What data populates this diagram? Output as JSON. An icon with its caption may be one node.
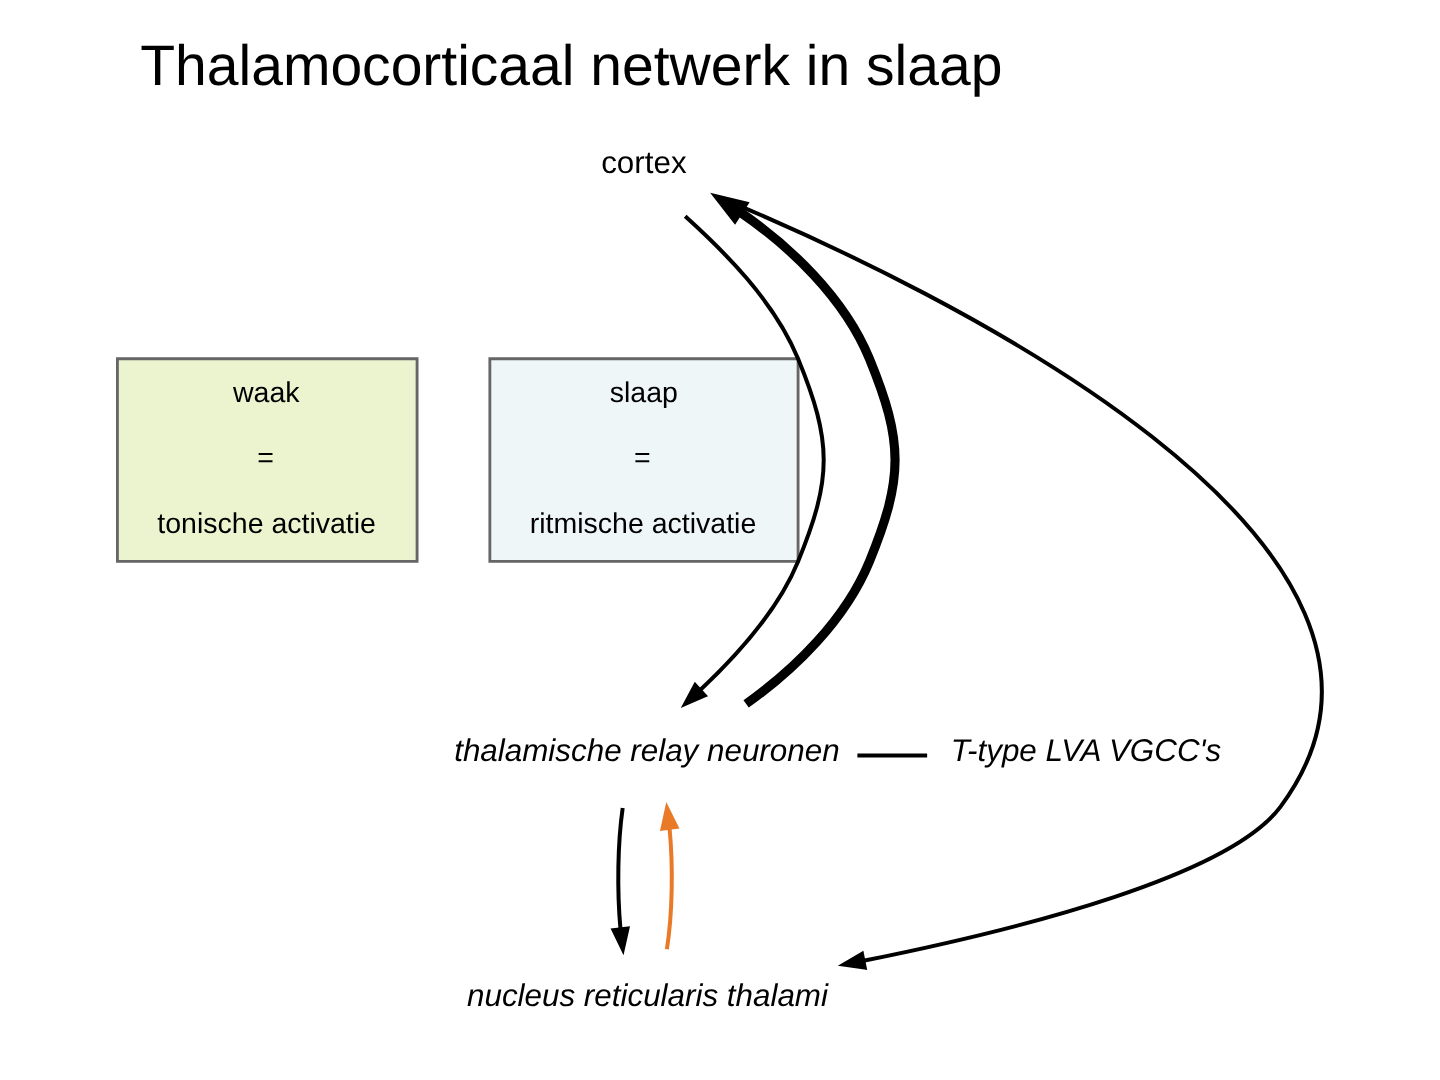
{
  "diagram": {
    "title": "Thalamocorticaal netwerk in slaap",
    "nodes": [
      {
        "text": [
          "cortex"
        ]
      },
      {
        "text": [
          "waak",
          "=",
          "tonische activatie"
        ]
      },
      {
        "text": [
          "slaap",
          "=",
          "ritmische activatie"
        ]
      },
      {
        "text": [
          "thalamische relay neuronen"
        ]
      },
      {
        "text": [
          "nucleus reticularis thalami"
        ]
      },
      {
        "text": [
          "T-type LVA VGCC's"
        ]
      }
    ],
    "edges": [
      {
        "from": 3,
        "to": 0,
        "arrow": "to",
        "style": "thick"
      },
      {
        "from": 0,
        "to": 3,
        "arrow": "to"
      },
      {
        "from": 0,
        "to": 4,
        "arrow": "to"
      },
      {
        "from": 4,
        "to": 3,
        "arrow": "to",
        "color": "#e87a28"
      },
      {
        "from": 3,
        "to": 4,
        "arrow": "to"
      },
      {
        "from": 3,
        "to": 5,
        "arrow": "none"
      }
    ]
  }
}
